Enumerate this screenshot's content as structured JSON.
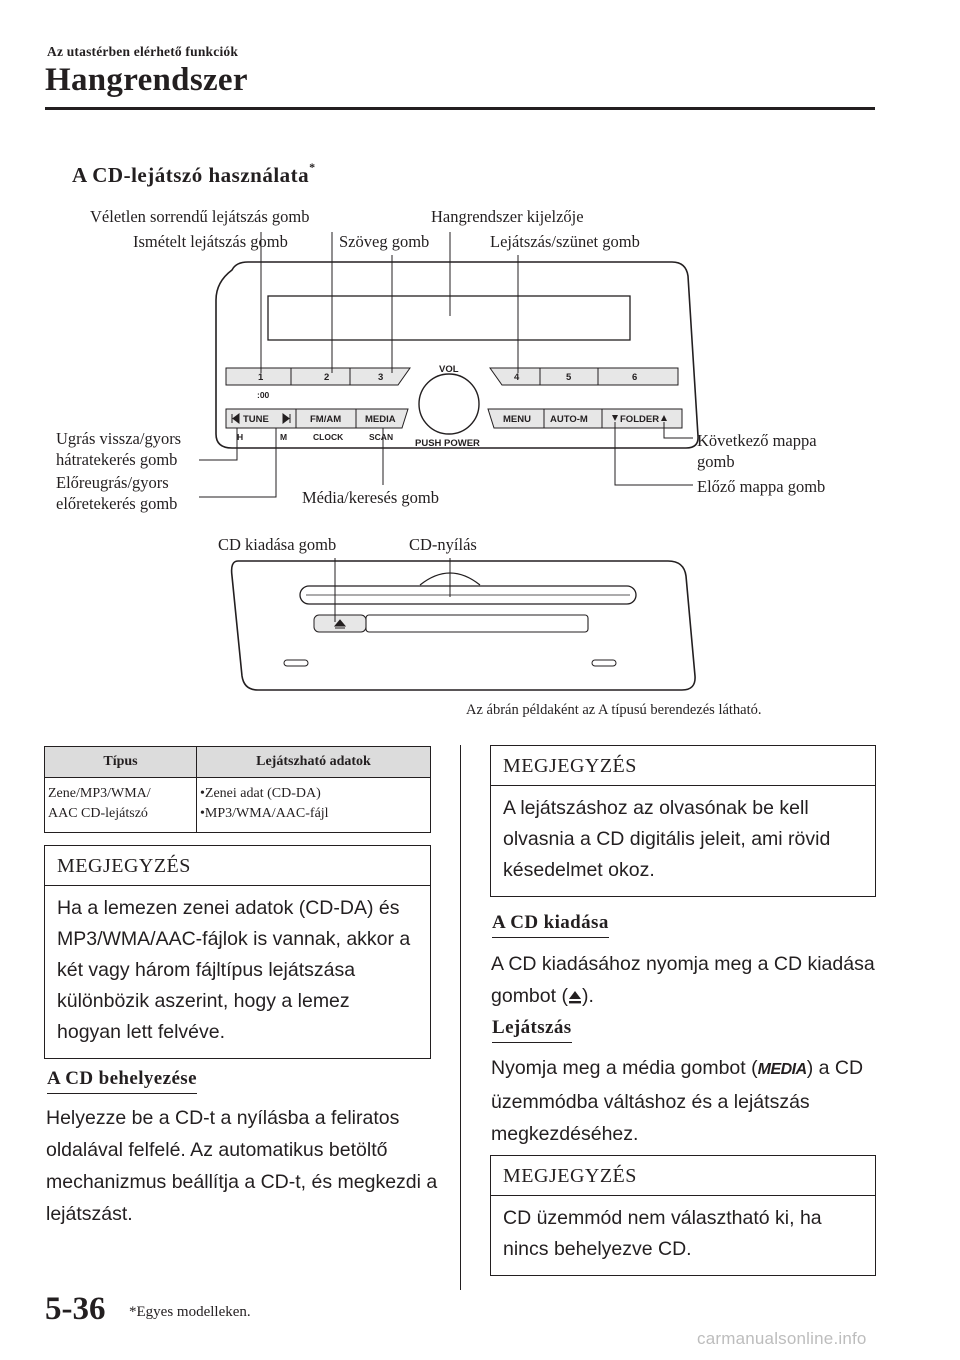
{
  "header": {
    "section": "Az utastérben elérhető funkciók",
    "title": "Hangrendszer"
  },
  "figure": {
    "title": "A CD-lejátszó használata",
    "title_mark": "*",
    "callouts": {
      "random": "Véletlen sorrendű lejátszás gomb",
      "display": "Hangrendszer kijelzője",
      "repeat": "Ismételt lejátszás gomb",
      "text": "Szöveg gomb",
      "play_pause": "Lejátszás/szünet gomb",
      "skip_back": "Ugrás vissza/gyors hátratekerés gomb",
      "skip_fwd": "Előreugrás/gyors előretekerés gomb",
      "media_search": "Média/keresés gomb",
      "next_folder": "Következő mappa gomb",
      "prev_folder": "Előző mappa gomb",
      "eject": "CD kiadása gomb",
      "slot": "CD-nyílás"
    },
    "unit_labels": {
      "preset1": "1",
      "preset2": "2",
      "preset3": "3",
      "preset4": "4",
      "preset5": "5",
      "preset6": "6",
      "colon00": ":00",
      "vol": "VOL",
      "push_power": "PUSH POWER",
      "tune": "TUNE",
      "fmam": "FM/AM",
      "media": "MEDIA",
      "menu": "MENU",
      "autom": "AUTO-M",
      "folder": "FOLDER",
      "h": "H",
      "m": "M",
      "clock": "CLOCK",
      "scan": "SCAN"
    },
    "caption": "Az ábrán példaként az A típusú berendezés látható."
  },
  "table": {
    "headers": [
      "Típus",
      "Lejátszható adatok"
    ],
    "row": {
      "type_lines": [
        "Zene/MP3/WMA/",
        "AAC CD-lejátszó"
      ],
      "data_lines": [
        "•Zenei adat (CD-DA)",
        "•MP3/WMA/AAC-fájl"
      ]
    }
  },
  "notes": {
    "note1": {
      "heading": "MEGJEGYZÉS",
      "body": "Ha a lemezen zenei adatok (CD-DA) és MP3/WMA/AAC-fájlok is vannak, akkor a két vagy három fájltípus lejátszása különbözik aszerint, hogy a lemez hogyan lett felvéve."
    },
    "note2": {
      "heading": "MEGJEGYZÉS",
      "body": "A lejátszáshoz az olvasónak be kell olvasnia a CD digitális jeleit, ami rövid késedelmet okoz."
    },
    "note3": {
      "heading": "MEGJEGYZÉS",
      "body": "CD üzemmód nem választható ki, ha nincs behelyezve CD."
    }
  },
  "insert": {
    "heading": "A CD behelyezése",
    "text": "Helyezze be a CD-t a nyílásba a feliratos oldalával felfelé. Az automatikus betöltő mechanizmus beállítja a CD-t, és megkezdi a lejátszást."
  },
  "eject": {
    "heading": "A CD kiadása",
    "text_before": "A CD kiadásához nyomja meg a CD kiadása gombot (",
    "text_after": ")."
  },
  "playback": {
    "heading": "Lejátszás",
    "text_before": "Nyomja meg a média gombot (",
    "icon_label": "MEDIA",
    "text_after": ") a CD üzemmódba váltáshoz és a lejátszás megkezdéséhez."
  },
  "footer": {
    "page": "5-36",
    "footnote": "*Egyes modelleken.",
    "watermark": "carmanualsonline.info"
  }
}
